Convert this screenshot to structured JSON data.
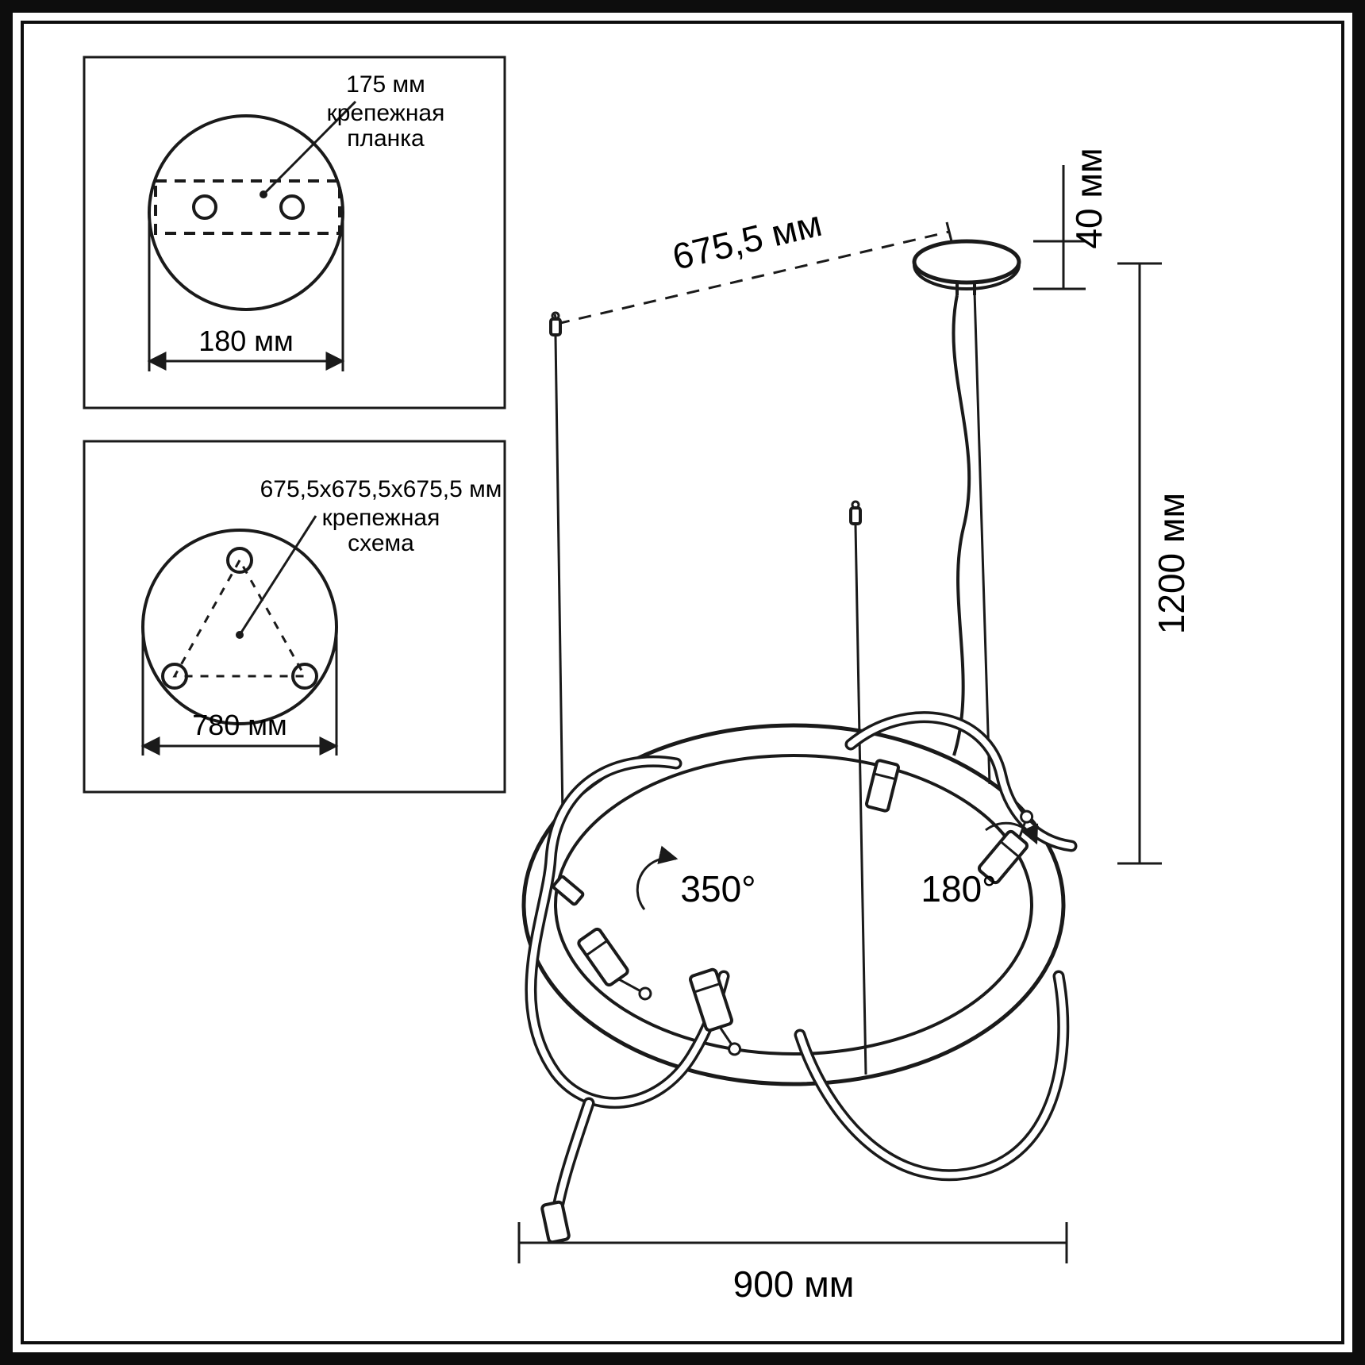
{
  "page": {
    "background": "#ffffff",
    "line_color": "#1a1a1a"
  },
  "detail_top": {
    "leader_value": "175 мм",
    "leader_label_line1": "крепежная",
    "leader_label_line2": "планка",
    "width_dim": "180 мм"
  },
  "detail_bottom": {
    "leader_value": "675,5x675,5x675,5 мм",
    "leader_label_line1": "крепежная",
    "leader_label_line2": "схема",
    "width_dim": "780 мм"
  },
  "lamp": {
    "cable_span_dim": "675,5 мм",
    "canopy_height_dim": "40 мм",
    "drop_height_dim": "1200 мм",
    "ring_width_dim": "900 мм",
    "left_spot_rotation": "350°",
    "right_spot_rotation": "180°"
  }
}
